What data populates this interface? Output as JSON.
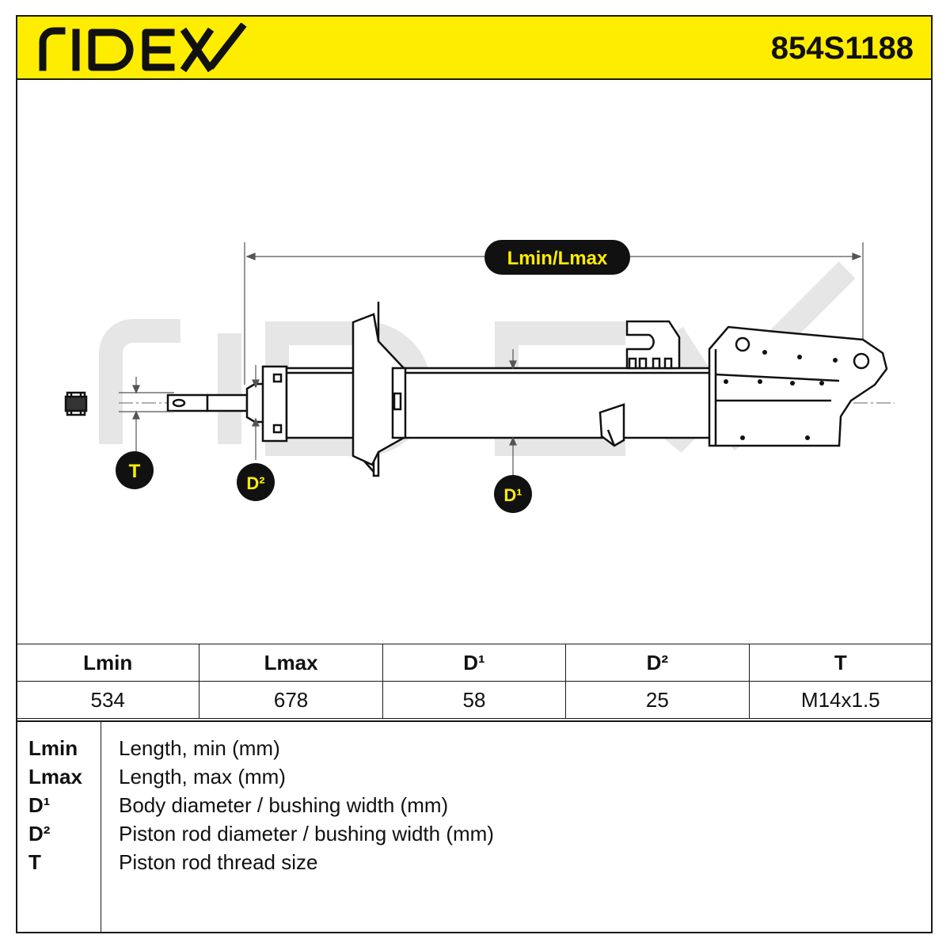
{
  "header": {
    "brand": "RIDEX",
    "part_number": "854S1188",
    "accent_color": "#ffed00"
  },
  "drawing": {
    "watermark": "RIDEX",
    "dimension_labels": {
      "length": "Lmin/Lmax",
      "thread": "T",
      "rod_diameter": "D²",
      "body_diameter": "D¹"
    }
  },
  "specs": {
    "headers": [
      "Lmin",
      "Lmax",
      "D¹",
      "D²",
      "T"
    ],
    "values": [
      "534",
      "678",
      "58",
      "25",
      "M14x1.5"
    ]
  },
  "legend": [
    {
      "key": "Lmin",
      "desc": "Length, min (mm)"
    },
    {
      "key": "Lmax",
      "desc": "Length, max (mm)"
    },
    {
      "key": "D¹",
      "desc": "Body diameter / bushing width (mm)"
    },
    {
      "key": "D²",
      "desc": "Piston rod diameter / bushing width (mm)"
    },
    {
      "key": "T",
      "desc": "Piston rod thread size"
    }
  ]
}
